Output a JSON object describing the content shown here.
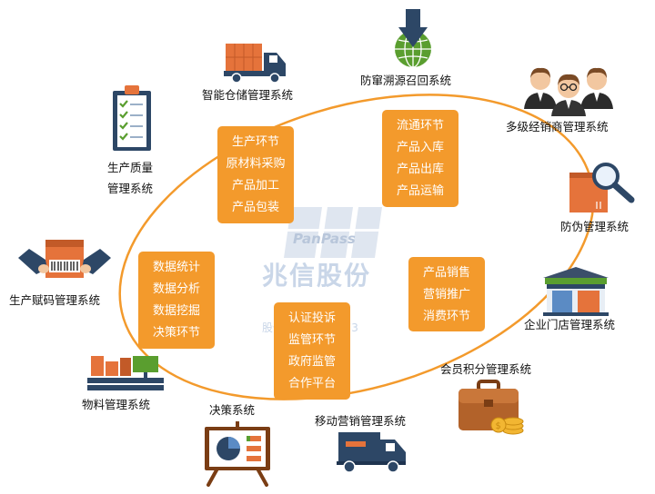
{
  "watermark": {
    "brand_en": "PanPass",
    "brand_cn": "兆信股份",
    "code_prefix": "股份代码：",
    "code": "430073"
  },
  "center_boxes": {
    "production": [
      "生产环节",
      "原材料采购",
      "产品加工",
      "产品包装"
    ],
    "circulation": [
      "流通环节",
      "产品入库",
      "产品出库",
      "产品运输"
    ],
    "sales": [
      "产品销售",
      "营销推广",
      "消费环节"
    ],
    "decision": [
      "数据统计",
      "数据分析",
      "数据挖掘",
      "决策环节"
    ],
    "regulation": [
      "认证投诉",
      "监管环节",
      "政府监管",
      "合作平台"
    ]
  },
  "systems": {
    "warehouse": "智能仓储管理系统",
    "trace": "防窜溯源召回系统",
    "distributor": "多级经销商管理系统",
    "anticounterfeit": "防伪管理系统",
    "store": "企业门店管理系统",
    "points": "会员积分管理系统",
    "mobile_marketing": "移动营销管理系统",
    "decision": "决策系统",
    "material": "物料管理系统",
    "coding": "生产赋码管理系统",
    "quality_line1": "生产质量",
    "quality_line2": "管理系统"
  },
  "colors": {
    "orange": "#f39a2c",
    "navy": "#2d4766",
    "green": "#5a9e2f",
    "brown": "#b2622a",
    "red": "#d9532b",
    "ring": "#f39a2c"
  },
  "icons": {
    "warehouse": "delivery-truck-icon",
    "trace": "globe-arrow-icon",
    "distributor": "business-people-icon",
    "anticounterfeit": "box-magnifier-icon",
    "store": "storefront-icon",
    "points": "briefcase-coins-icon",
    "mobile_marketing": "delivery-truck-icon",
    "decision": "presentation-board-icon",
    "material": "computer-boxes-icon",
    "coding": "barcode-scanner-icon",
    "quality": "clipboard-checklist-icon"
  }
}
